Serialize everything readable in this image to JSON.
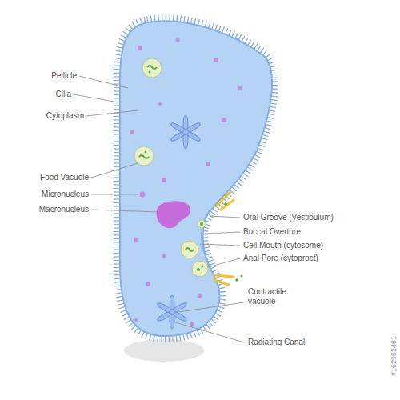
{
  "diagram": {
    "labels": [
      "Pellicle",
      "Cilia",
      "Cytoplasm",
      "Food Vacuole",
      "Micronucleus",
      "Macronucleus",
      "Oral Groove (Vestibulum)",
      "Buccal Overture",
      "Cell Mouth (cytosome)",
      "Anal Pore (cytoproct)",
      "Contractile vacuole",
      "Radiating Canal",
      "#162952481"
    ]
  }
}
